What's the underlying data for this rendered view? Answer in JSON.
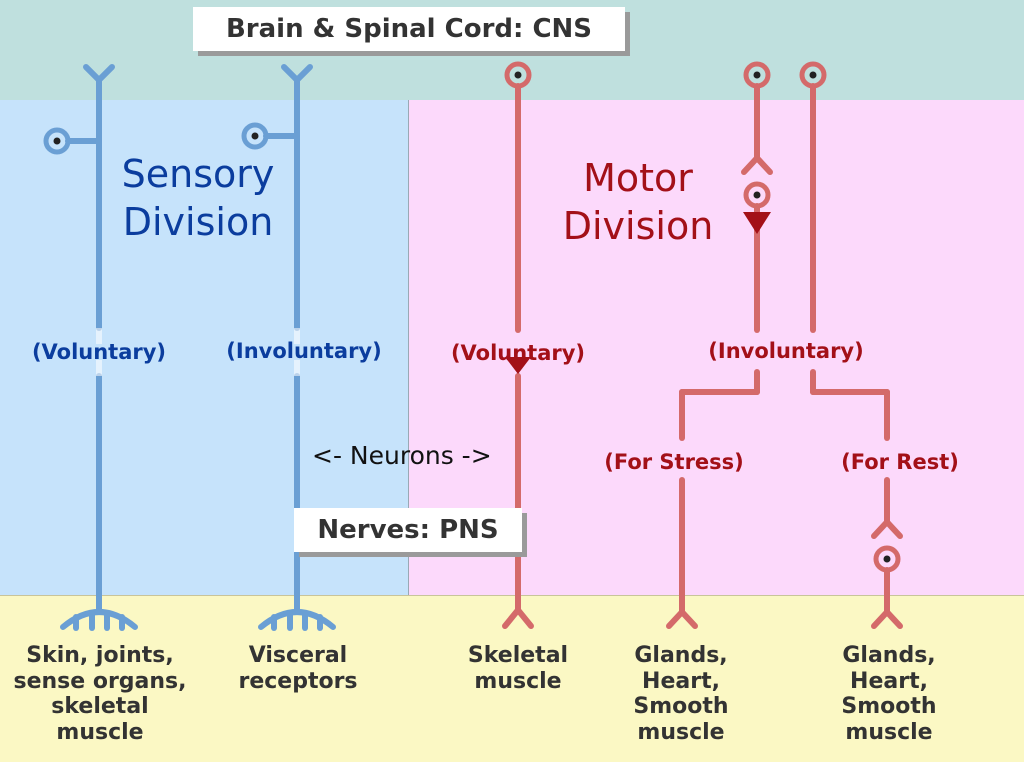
{
  "regions": {
    "cns_label": "Brain & Spinal Cord: CNS",
    "pns_label": "Nerves: PNS"
  },
  "divisions": {
    "sensory": "Sensory\nDivision",
    "motor": "Motor\nDivision"
  },
  "neurons_label": "<- Neurons ->",
  "pathways": {
    "sensory_voluntary": "(Voluntary)",
    "sensory_involuntary": "(Involuntary)",
    "motor_voluntary": "(Voluntary)",
    "motor_involuntary": "(Involuntary)",
    "for_stress": "(For Stress)",
    "for_rest": "(For Rest)"
  },
  "targets": {
    "skin": "Skin, joints,\nsense organs,\nskeletal\nmuscle",
    "visceral": "Visceral\nreceptors",
    "skeletal": "Skeletal\nmuscle",
    "glands_stress": "Glands,\nHeart,\nSmooth\nmuscle",
    "glands_rest": "Glands,\nHeart,\nSmooth\nmuscle"
  },
  "colors": {
    "sensory": "#6a9fd4",
    "motor": "#d46a6a",
    "sensory_text": "#0b3d9e",
    "motor_text": "#a31018",
    "cns_bg": "#bfe0de",
    "sensory_bg": "#c6e3fb",
    "motor_bg": "#fcd9fb",
    "target_bg": "#fbf8c4"
  }
}
